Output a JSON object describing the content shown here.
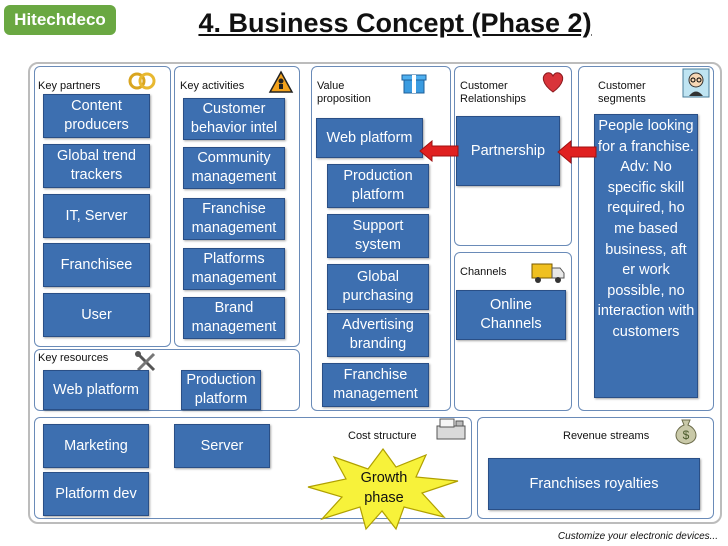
{
  "brand": "Hitechdeco",
  "title": "4. Business Concept (Phase 2)",
  "sections": {
    "key_partners": "Key partners",
    "key_activities": "Key activities",
    "value_proposition": "Value proposition",
    "customer_relationships": "Customer Relationships",
    "customer_segments": "Customer segments",
    "channels": "Channels",
    "key_resources": "Key resources",
    "cost_structure": "Cost structure",
    "revenue_streams": "Revenue streams"
  },
  "key_partners": [
    "Content producers",
    "Global trend trackers",
    "IT, Server",
    "Franchisee",
    "User"
  ],
  "key_activities": [
    "Customer behavior intel",
    "Community management",
    "Franchise management",
    "Platforms management",
    "Brand management"
  ],
  "value_proposition": [
    "Web platform",
    "Production platform",
    "Support system",
    "Global purchasing",
    "Advertising branding",
    "Franchise management"
  ],
  "customer_relationships": [
    "Partnership"
  ],
  "channels": [
    "Online Channels"
  ],
  "customer_segments": "People looking for a franchise. Adv: No specific skill required, ho me based business, aft er work possible, no interaction with customers",
  "key_resources": [
    "Web platform",
    "Production platform"
  ],
  "cost_structure": [
    "Marketing",
    "Server",
    "Platform dev"
  ],
  "starburst": "Growth phase",
  "revenue_streams": [
    "Franchises royalties"
  ],
  "footer": "Customize your electronic devices...",
  "colors": {
    "box_fill": "#3d6fb0",
    "section_border": "#6a8bb8",
    "arrow": "#e02020",
    "starburst": "#f7f23a",
    "logo": "#6aa842"
  },
  "icons": [
    "handshake-rings-icon",
    "worker-sign-icon",
    "gift-icon",
    "heart-icon",
    "person-glasses-icon",
    "truck-icon",
    "tools-icon",
    "cash-register-icon",
    "money-bag-icon"
  ]
}
